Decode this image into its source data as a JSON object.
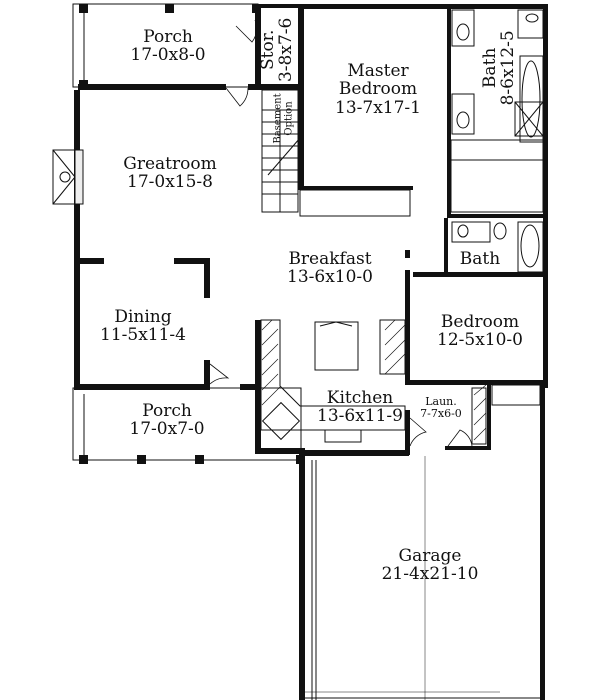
{
  "rooms": {
    "porch_top": {
      "name": "Porch",
      "dims": "17-0x8-0"
    },
    "storage": {
      "name": "Stor.",
      "dims": "3-8x7-6"
    },
    "master": {
      "name": "Master",
      "name2": "Bedroom",
      "dims": "13-7x17-1"
    },
    "master_bath": {
      "name": "Bath",
      "dims": "8-6x12-5"
    },
    "basement": {
      "line1": "Basement",
      "line2": "Option"
    },
    "greatroom": {
      "name": "Greatroom",
      "dims": "17-0x15-8"
    },
    "breakfast": {
      "name": "Breakfast",
      "dims": "13-6x10-0"
    },
    "bath2": {
      "name": "Bath"
    },
    "dining": {
      "name": "Dining",
      "dims": "11-5x11-4"
    },
    "bedroom": {
      "name": "Bedroom",
      "dims": "12-5x10-0"
    },
    "porch_bottom": {
      "name": "Porch",
      "dims": "17-0x7-0"
    },
    "kitchen": {
      "name": "Kitchen",
      "dims": "13-6x11-9"
    },
    "laundry": {
      "name": "Laun.",
      "dims": "7-7x6-0"
    },
    "garage": {
      "name": "Garage",
      "dims": "21-4x21-10"
    }
  }
}
